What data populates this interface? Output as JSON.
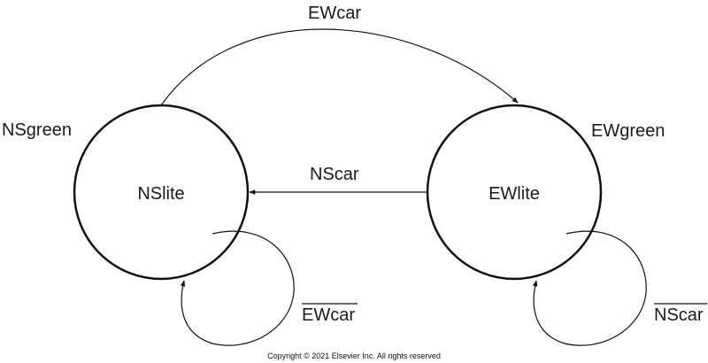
{
  "states": [
    {
      "name": "NSlite",
      "output": "NSgreen"
    },
    {
      "name": "EWlite",
      "output": "EWgreen"
    }
  ],
  "transitions": [
    {
      "from": "NSlite",
      "to": "EWlite",
      "condition": "EWcar"
    },
    {
      "from": "EWlite",
      "to": "NSlite",
      "condition": "NScar"
    },
    {
      "from": "NSlite",
      "to": "NSlite",
      "condition": "EWcar",
      "negated": true
    },
    {
      "from": "EWlite",
      "to": "EWlite",
      "condition": "NScar",
      "negated": true
    }
  ],
  "copyright": "Copyright © 2021 Elsevier Inc. All rights reserved"
}
